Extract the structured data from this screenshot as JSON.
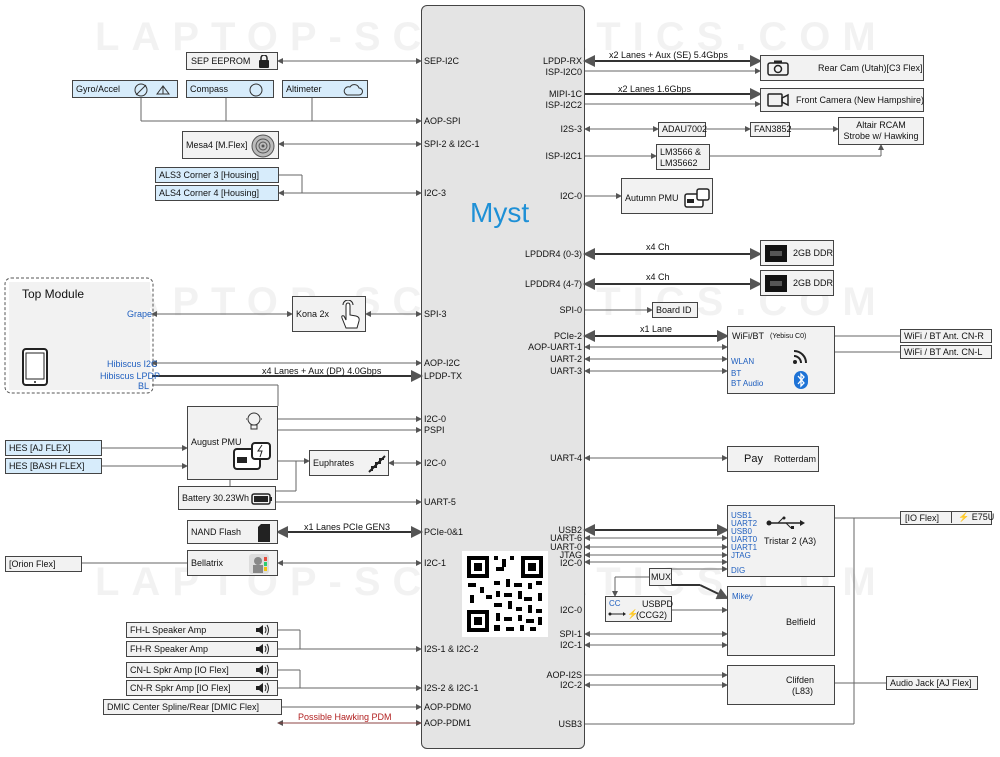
{
  "title": "Myst",
  "watermark": "LAPTOP-SCHEMATICS.COM",
  "colors": {
    "accent": "#1e90d6",
    "warn": "#b22222",
    "blue_box": "#d7ecfb"
  },
  "left_blocks": {
    "sep_eeprom": "SEP EEPROM",
    "gyro": "Gyro/Accel",
    "compass": "Compass",
    "altimeter": "Altimeter",
    "mesa": "Mesa4 [M.Flex]",
    "als3": "ALS3 Corner 3 [Housing]",
    "als4": "ALS4 Corner 4 [Housing]",
    "top_module": "Top Module",
    "grape": "Grape",
    "hibiscus_i2c": "Hibiscus I2C",
    "hibiscus_lpdp": "Hibiscus LPDP",
    "bl": "BL",
    "kona": "Kona 2x",
    "august": "August PMU",
    "hes_aj": "HES [AJ FLEX]",
    "hes_bash": "HES [BASH FLEX]",
    "euphrates": "Euphrates",
    "battery": "Battery 30.23Wh",
    "nand": "NAND Flash",
    "bellatrix": "Bellatrix",
    "orion": "[Orion Flex]",
    "fhl": "FH-L Speaker Amp",
    "fhr": "FH-R Speaker Amp",
    "cnl": "CN-L Spkr Amp [IO Flex]",
    "cnr": "CN-R Spkr Amp [IO Flex]",
    "dmic": "DMIC Center Spline/Rear [DMIC Flex]",
    "hawking_pdm": "Possible Hawking PDM"
  },
  "left_links": {
    "lpdp_tx": "x4 Lanes + Aux (DP) 4.0Gbps",
    "pcie_nand": "x1 Lanes PCIe GEN3"
  },
  "soc_pins_left": {
    "sep_i2c": "SEP-I2C",
    "aop_spi": "AOP-SPI",
    "spi2": "SPI-2 & I2C-1",
    "i2c3": "I2C-3",
    "spi3": "SPI-3",
    "aop_i2c": "AOP-I2C",
    "lpdp_tx": "LPDP-TX",
    "i2c0": "I2C-0",
    "pspi": "PSPI",
    "i2c0b": "I2C-0",
    "uart5": "UART-5",
    "pcie01": "PCIe-0&1",
    "i2c1": "I2C-1",
    "i2s1": "I2S-1 & I2C-2",
    "i2s2": "I2S-2 & I2C-1",
    "aop_pdm0": "AOP-PDM0",
    "aop_pdm1": "AOP-PDM1"
  },
  "soc_pins_right": {
    "lpdp_rx": "LPDP-RX",
    "isp_i2c0": "ISP-I2C0",
    "mipi": "MIPI-1C",
    "isp_i2c2": "ISP-I2C2",
    "i2s3": "I2S-3",
    "isp_i2c1": "ISP-I2C1",
    "i2c0": "I2C-0",
    "lpddr_a": "LPDDR4 (0-3)",
    "lpddr_b": "LPDDR4 (4-7)",
    "spi0": "SPI-0",
    "pcie2": "PCIe-2",
    "aop_uart1": "AOP-UART-1",
    "uart2": "UART-2",
    "uart3": "UART-3",
    "uart4": "UART-4",
    "usb2": "USB2",
    "uart6": "UART-6",
    "uart0": "UART-0",
    "jtag": "JTAG",
    "i2c0c": "I2C-0",
    "i2c0d": "I2C-0",
    "spi1": "SPI-1",
    "i2c1": "I2C-1",
    "aop_i2s": "AOP-I2S",
    "i2c2": "I2C-2",
    "usb3": "USB3"
  },
  "right_links": {
    "rear_link": "x2 Lanes + Aux (SE) 5.4Gbps",
    "front_link": "x2 Lanes 1.6Gbps",
    "ddr_a": "x4 Ch",
    "ddr_b": "x4 Ch",
    "pcie_wifi": "x1 Lane"
  },
  "right_blocks": {
    "rear_cam": "Rear Cam (Utah)[C3 Flex]",
    "front_cam": "Front Camera (New Hampshire)",
    "adau": "ADAU7002",
    "fan": "FAN3852",
    "altair_1": "Altair RCAM",
    "altair_2": "Strobe w/ Hawking",
    "lm_1": "LM3566 &",
    "lm_2": "LM35662",
    "autumn": "Autumn PMU",
    "ddr_a": "2GB DDR",
    "ddr_b": "2GB DDR",
    "board_id": "Board ID",
    "wifi_title": "WiFi/BT",
    "wifi_sub": "(Yebisu C0)",
    "wlan": "WLAN",
    "bt": "BT",
    "bt_audio": "BT Audio",
    "ant_r": "WiFi / BT Ant. CN-R",
    "ant_l": "WiFi / BT Ant. CN-L",
    "pay": "Pay",
    "rotterdam": "Rotterdam",
    "tristar": "Tristar 2 (A3)",
    "tri_pins": [
      "USB1",
      "UART2",
      "USB0",
      "UART0",
      "UART1",
      "JTAG",
      "DIG"
    ],
    "io_flex": "[IO Flex]",
    "e75u": "E75U",
    "mux": "MUX",
    "cc": "CC",
    "usbpd_1": "USBPD",
    "usbpd_2": "(CCG2)",
    "mikey": "Mikey",
    "belfield": "Belfield",
    "clifden_1": "Clifden",
    "clifden_2": "(L83)",
    "audio_jack": "Audio Jack  [AJ Flex]"
  },
  "icons": [
    "lock-icon",
    "gyro-icon",
    "compass-icon",
    "cloud-icon",
    "fingerprint-icon",
    "tablet-icon",
    "touch-hand-icon",
    "bulb-icon",
    "charging-icon",
    "battery-icon",
    "sd-card-icon",
    "palette-icon",
    "speaker-icon",
    "camera-icon",
    "video-icon",
    "flash-icon",
    "ram-chip-icon",
    "wifi-icon",
    "bluetooth-icon",
    "usb-icon",
    "qr-code-icon"
  ]
}
